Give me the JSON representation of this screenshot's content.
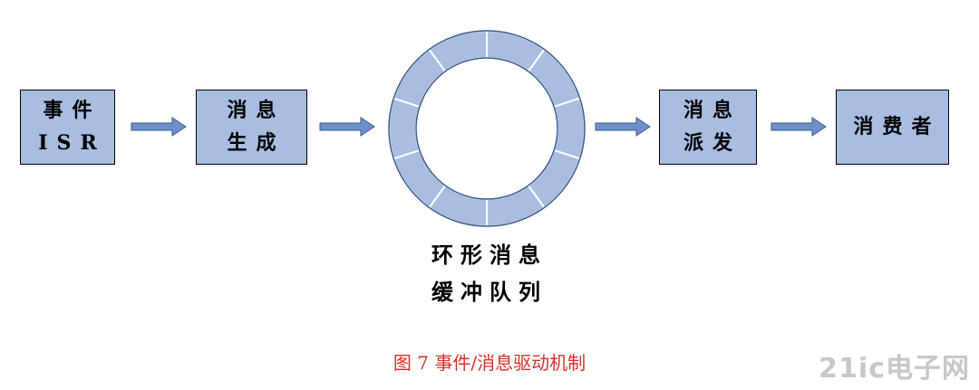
{
  "nodes": {
    "event_isr": {
      "line1": "事件",
      "line2": "ISR"
    },
    "msg_gen": {
      "line1": "消息",
      "line2": "生成"
    },
    "msg_dispatch": {
      "line1": "消息",
      "line2": "派发"
    },
    "consumer": {
      "line1": "消费者"
    }
  },
  "ring": {
    "label_line1": "环形消息",
    "label_line2": "缓冲队列",
    "segments": 10
  },
  "caption": "图 7  事件/消息驱动机制",
  "watermark": "21ic电子网",
  "colors": {
    "box_fill": "#a8bde0",
    "ring_fill": "#a8bde0",
    "arrow_fill": "#6e90c8",
    "arrow_stroke": "#3a5a8c",
    "caption": "#d9302a"
  }
}
